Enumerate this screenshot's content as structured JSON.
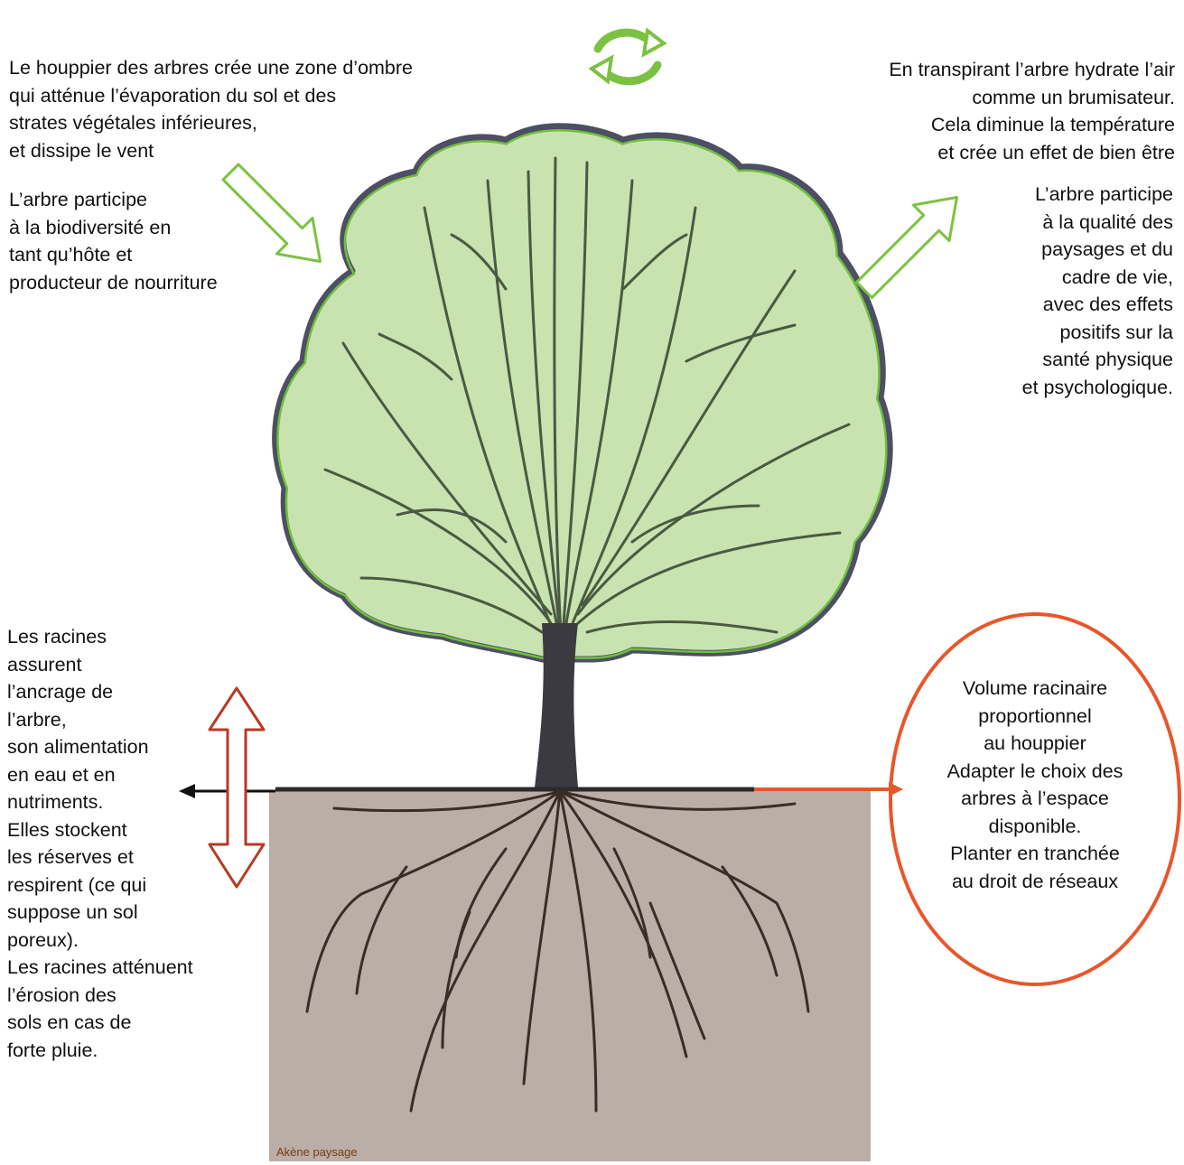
{
  "texts": {
    "canopy_shade": "Le houppier des arbres crée une zone d’ombre\nqui atténue l’évaporation du sol et des\nstrates végétales inférieures,\net dissipe le vent",
    "biodiversity": "L’arbre participe\nà la biodiversité en\ntant qu’hôte et\nproducteur de nourriture",
    "transpiration": "En transpirant l’arbre hydrate l’air\ncomme un brumisateur.\nCela diminue la température\net crée un effet de bien être",
    "landscape": "L’arbre participe\nà la qualité des\npaysages et du\ncadre de vie,\navec des effets\npositifs sur la\nsanté physique\net psychologique.",
    "roots": "Les racines\nassurent\nl’ancrage de\nl’arbre,\nson alimentation\nen eau et en\nnutriments.\nElles stockent\nles réserves et\nrespirent (ce qui\nsuppose un sol\nporeux).\nLes racines atténuent\nl’érosion des\nsols en cas de\nforte pluie.",
    "root_volume": "Volume racinaire\nproportionnel\nau houppier\nAdapter le choix des\narbres à l’espace\ndisponible.\nPlanter en tranchée\nau droit de réseaux",
    "credit": "Akène paysage"
  },
  "colors": {
    "foliage": "#c9e3b0",
    "foliage_edge": "#6fbf3c",
    "canopy_outline": "#4d4f63",
    "branches": "#4a5a42",
    "trunk": "#3b3a40",
    "soil": "#baaea7",
    "roots": "#3a2c28",
    "green_arrow": "#7cc242",
    "red_arrow": "#b83a24",
    "orange": "#e8562a",
    "ground_line": "#2b2b2b"
  },
  "icons": {
    "cycle": "recycle-arrows-icon"
  }
}
